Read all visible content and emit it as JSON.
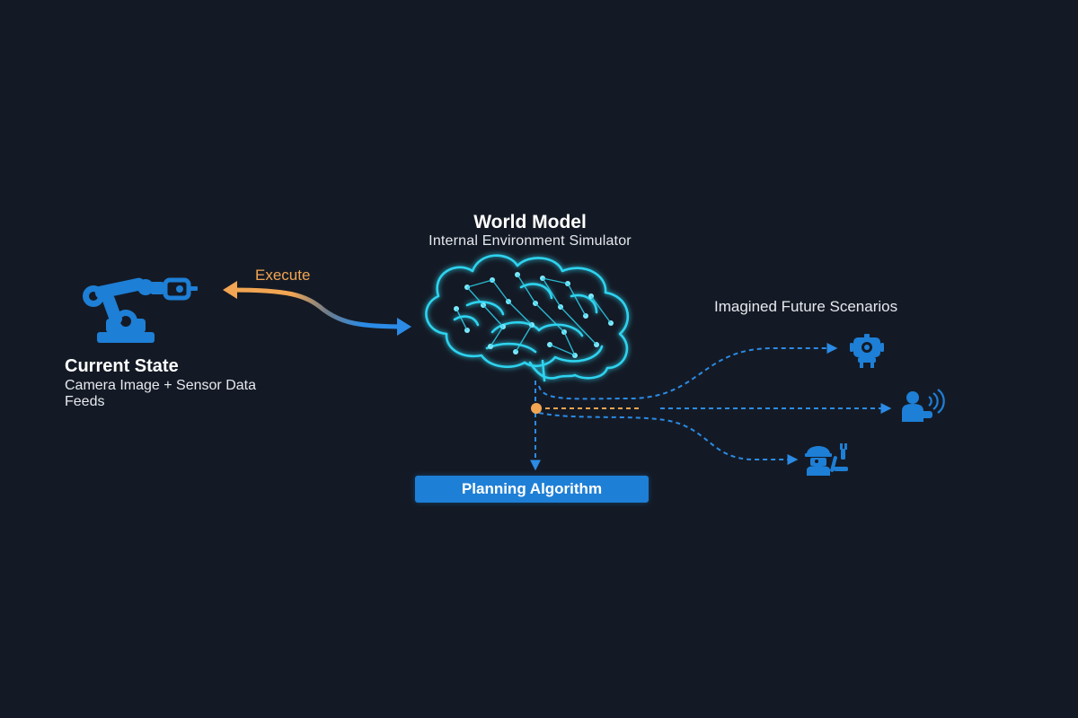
{
  "world_model": {
    "title": "World Model",
    "subtitle": "Internal Environment Simulator"
  },
  "current_state": {
    "title": "Current State",
    "description": "Camera Image + Sensor Data Feeds"
  },
  "execute": {
    "label": "Execute"
  },
  "scenarios": {
    "label": "Imagined Future Scenarios"
  },
  "planning": {
    "label": "Planning Algorithm"
  },
  "icons": {
    "robot_arm": "robot-arm-icon",
    "brain": "neural-brain-icon",
    "robot_head": "robot-head-icon",
    "person_signal": "person-signal-icon",
    "robot_worker": "robot-worker-icon"
  },
  "colors": {
    "background": "#141a25",
    "accent_blue": "#1e7fd6",
    "brain_cyan": "#2fd3ef",
    "execute_orange": "#f2a552",
    "text": "#ffffff"
  }
}
